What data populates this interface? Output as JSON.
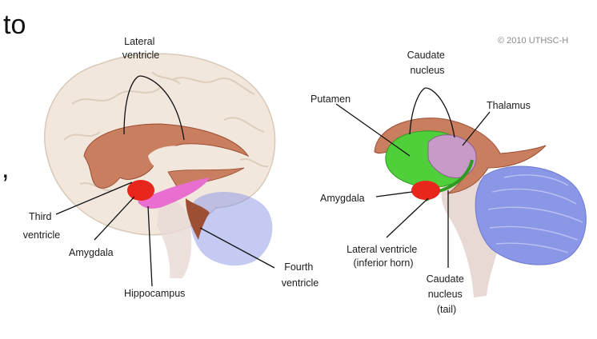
{
  "copyright": "© 2010 UTHSC-H",
  "slide_fragments": {
    "top_left": "to",
    "comma": ","
  },
  "left_figure": {
    "labels": {
      "lateral_ventricle": [
        "Lateral",
        "ventricle"
      ],
      "third_ventricle": [
        "Third",
        "ventricle"
      ],
      "amygdala": "Amygdala",
      "hippocampus": "Hippocampus",
      "fourth_ventricle": [
        "Fourth",
        "ventricle"
      ]
    }
  },
  "right_figure": {
    "labels": {
      "caudate_nucleus": [
        "Caudate",
        "nucleus"
      ],
      "putamen": "Putamen",
      "thalamus": "Thalamus",
      "amygdala": "Amygdala",
      "lateral_ventricle_inferior_horn": [
        "Lateral ventricle",
        "(inferior horn)"
      ],
      "caudate_nucleus_tail": [
        "Caudate",
        "nucleus",
        "(tail)"
      ]
    }
  },
  "colors": {
    "brain": "#f1e7dc",
    "brain_fold": "#d9c9b8",
    "ventricle": "#c97f5f",
    "ventricle_dark": "#9c4f33",
    "amygdala": "#e8261c",
    "hippocampus": "#e86fd0",
    "cerebellum": "#8a97e6",
    "putamen": "#4fcf3a",
    "thalamus": "#c89ac8",
    "brainstem": "#e9d9d4"
  }
}
